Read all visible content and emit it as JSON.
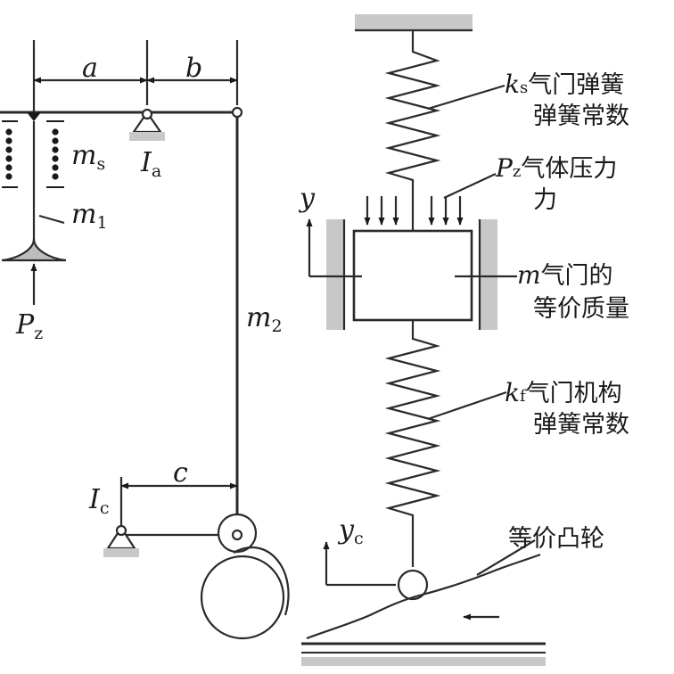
{
  "colors": {
    "ink": "#1a1a1a",
    "ground": "#c8c8c8",
    "line": "#2a2a2a"
  },
  "left": {
    "dim_a": "a",
    "dim_b": "b",
    "dim_c": "c",
    "ms": {
      "base": "m",
      "sub": "s"
    },
    "m1": {
      "base": "m",
      "sub": "1"
    },
    "m2": {
      "base": "m",
      "sub": "2"
    },
    "pivot_a": {
      "base": "I",
      "sub": "a"
    },
    "pivot_c": {
      "base": "I",
      "sub": "c"
    },
    "force": {
      "base": "P",
      "sub": "z"
    }
  },
  "right": {
    "ks": {
      "base": "k",
      "sub": "s",
      "text1": "气门弹簧",
      "text2": "弹簧常数"
    },
    "pz": {
      "base": "P",
      "sub": "z",
      "text1": "气体压力",
      "text2": "力"
    },
    "y": "y",
    "m": {
      "base": "m",
      "text1": "气门的",
      "text2": "等价质量"
    },
    "kf": {
      "base": "k",
      "sub": "f",
      "text1": "气门机构",
      "text2": "弹簧常数"
    },
    "yc": {
      "base": "y",
      "sub": "c"
    },
    "cam": "等价凸轮"
  }
}
